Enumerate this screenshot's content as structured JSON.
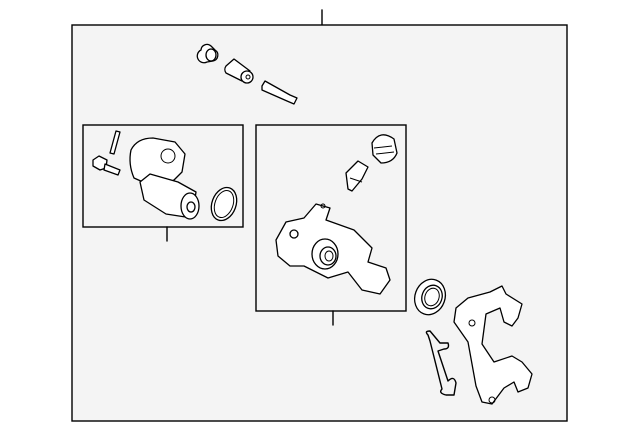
{
  "diagram": {
    "background_color": "#f4f4f4",
    "line_color": "#000000",
    "parts": [
      "boot",
      "bushing",
      "guide-pin",
      "caliper-motor",
      "motor-bolt",
      "motor-pin",
      "motor-o-ring",
      "caliper-housing",
      "bleeder-cap",
      "bleeder-screw",
      "piston-seal",
      "caliper-bracket",
      "anti-rattle-clip"
    ]
  }
}
